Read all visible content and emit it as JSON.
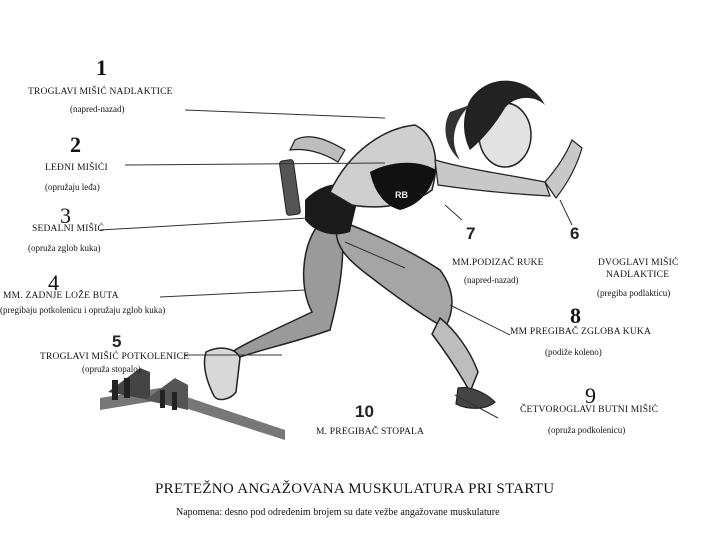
{
  "figure": {
    "title": "PRETEŽNO ANGAŽOVANA MUSKULATURA PRI STARTU",
    "note": "Napomena: desno pod određenim brojem su date vežbe angažovane muskulature"
  },
  "left_labels": [
    {
      "number": "1",
      "name": "TROGLAVI MIŠIĆ NADLAKTICE",
      "action": "(napred-nazad)"
    },
    {
      "number": "2",
      "name": "LEĐNI MIŠIĆI",
      "action": "(opružaju leđa)"
    },
    {
      "number": "3",
      "name": "SEDALNI MIŠIĆ",
      "action": "(opruža zglob kuka)"
    },
    {
      "number": "4",
      "name": "MM. ZADNJE LOŽE BUTA",
      "action": "(pregibaju potkolenicu i opružaju zglob kuka)"
    },
    {
      "number": "5",
      "name": "TROGLAVI MIŠIĆ POTKOLENICE",
      "action": "(opruža stopalo)"
    }
  ],
  "right_labels": [
    {
      "number": "6",
      "name_line1": "DVOGLAVI MIŠIĆ",
      "name_line2": "NADLAKTICE",
      "action": "(pregiba podlakticu)"
    },
    {
      "number": "7",
      "name": "MM.PODIZAČ RUKE",
      "action": "(napred-nazad)"
    },
    {
      "number": "8",
      "name": "MM PREGIBAČ ZGLOBA KUKA",
      "action": "(podiže koleno)"
    },
    {
      "number": "9",
      "name": "ČETVOROGLAVI BUTNI MIŠIĆ",
      "action": "(opruža podkolenicu)"
    },
    {
      "number": "10",
      "name": "M. PREGIBAČ STOPALA"
    }
  ],
  "icons": [
    "sprinter-illustration",
    "starting-block"
  ],
  "colors": {
    "ink": "#111111",
    "line": "#333333",
    "background": "#ffffff"
  }
}
